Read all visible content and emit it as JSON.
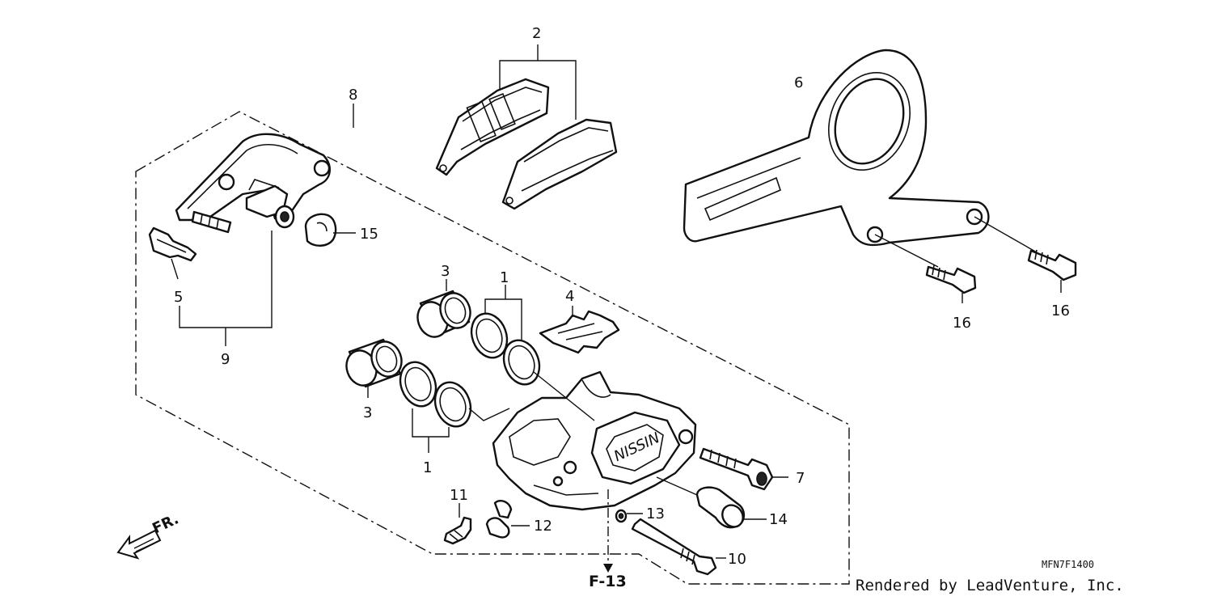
{
  "diagram": {
    "callouts": {
      "c1a": "1",
      "c1b": "1",
      "c2": "2",
      "c3a": "3",
      "c3b": "3",
      "c4": "4",
      "c5": "5",
      "c6": "6",
      "c7": "7",
      "c8": "8",
      "c9": "9",
      "c10": "10",
      "c11": "11",
      "c12": "12",
      "c13": "13",
      "c14": "14",
      "c15": "15",
      "c16a": "16",
      "c16b": "16"
    },
    "reference": "F-13",
    "direction": "FR.",
    "diagram_code": "MFN7F1400",
    "caliper_marking": "NISSIN",
    "credit": "Rendered by LeadVenture, Inc."
  }
}
